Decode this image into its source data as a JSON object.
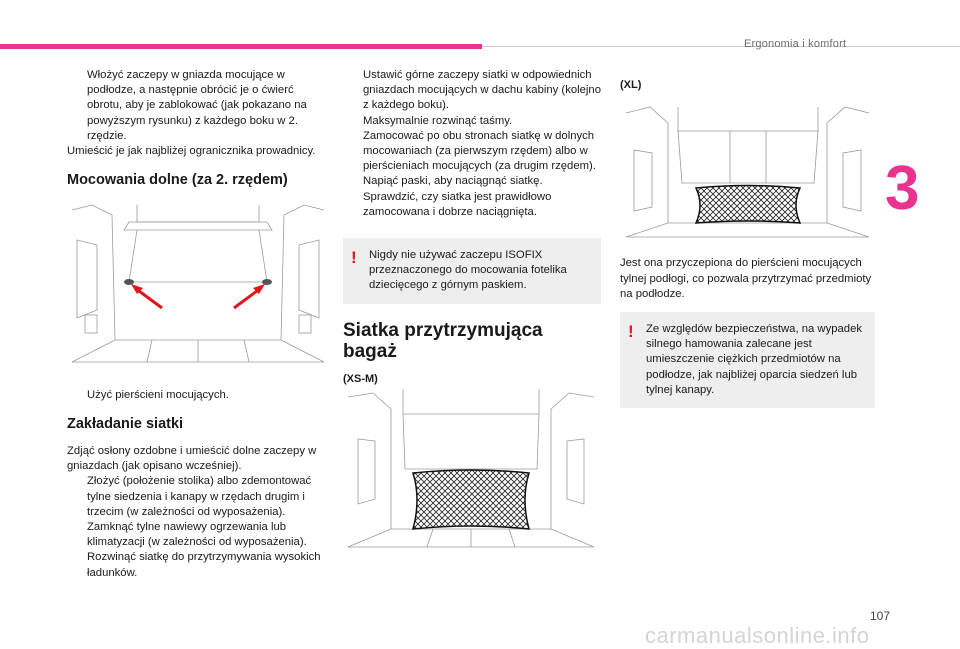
{
  "header": {
    "section_title": "Ergonomia i komfort",
    "chapter_number": "3"
  },
  "footer": {
    "page_number": "107",
    "watermark": "carmanualsonline.info"
  },
  "col1": {
    "intro_bullet": "Włożyć zaczepy w gniazda mocujące w podłodze, a następnie obrócić je o ćwierć obrotu, aby je zablokować (jak pokazano na powyższym rysunku) z każdego boku w 2. rzędzie.",
    "intro_note": "Umieścić je jak najbliżej ogranicznika prowadnicy.",
    "heading_lower": "Mocowania dolne (za 2. rzędem)",
    "rings_bullet": "Użyć pierścieni mocujących.",
    "heading_install": "Zakładanie siatki",
    "install_intro": "Zdjąć osłony ozdobne i umieścić dolne zaczepy w gniazdach (jak opisano wcześniej).",
    "install_bullets": [
      "Złożyć (położenie stolika) albo zdemontować tylne siedzenia i kanapy w rzędach drugim i trzecim (w zależności od wyposażenia).",
      "Zamknąć tylne nawiewy ogrzewania lub klimatyzacji (w zależności od wyposażenia).",
      "Rozwinąć siatkę do przytrzymywania wysokich ładunków."
    ]
  },
  "col2": {
    "bullets": [
      "Ustawić górne zaczepy siatki w odpowiednich gniazdach mocujących w dachu kabiny (kolejno z każdego boku).",
      "Maksymalnie rozwinąć taśmy.",
      "Zamocować po obu stronach siatkę w dolnych mocowaniach (za pierwszym rzędem) albo w pierścieniach mocujących (za drugim rzędem).",
      "Napiąć paski, aby naciągnąć siatkę.",
      "Sprawdzić, czy siatka jest prawidłowo zamocowana i dobrze naciągnięta."
    ],
    "warning": "Nigdy nie używać zaczepu ISOFIX przeznaczonego do mocowania fotelika dziecięcego z górnym paskiem.",
    "heading_net": "Siatka przytrzymująca bagaż",
    "fig_label": "(XS-M)"
  },
  "col3": {
    "fig_label": "(XL)",
    "text": "Jest ona przyczepiona do pierścieni mocujących tylnej podłogi, co pozwala przytrzymać przedmioty na podłodze.",
    "warning": "Ze względów bezpieczeństwa, na wypadek silnego hamowania zalecane jest umieszczenie ciężkich przedmiotów na podłodze, jak najbliżej oparcia siedzeń lub tylnej kanapy."
  },
  "bullet_glyph": "",
  "warning_glyph": "!",
  "colors": {
    "accent": "#e8348f",
    "warning_red": "#e3141d",
    "box_bg": "#eeeeee"
  }
}
